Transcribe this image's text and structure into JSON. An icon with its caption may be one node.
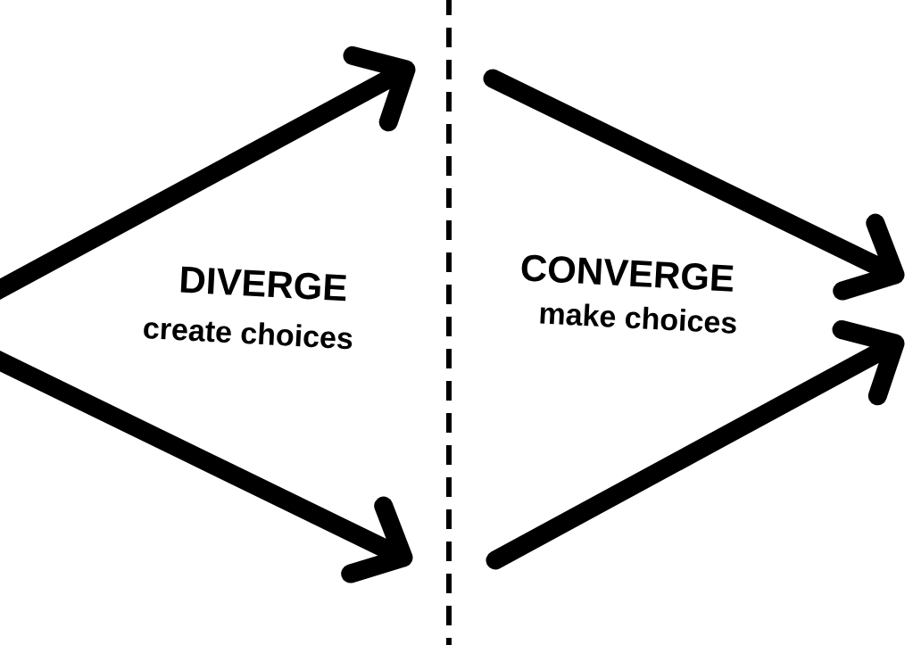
{
  "diagram": {
    "labels": [
      "DIVERGE",
      "create choices",
      "CONVERGE",
      "make choices"
    ]
  }
}
